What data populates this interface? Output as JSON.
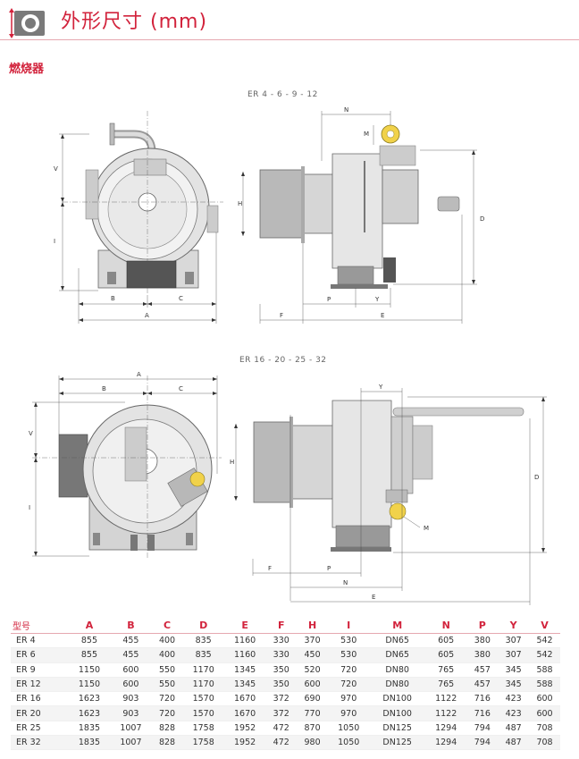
{
  "header": {
    "title": "外形尺寸 (mm)",
    "section": "燃烧器"
  },
  "diagrams": {
    "top_label": "ER 4 - 6 - 9 - 12",
    "bottom_label": "ER 16 - 20 - 25 - 32",
    "dims": {
      "A": "A",
      "B": "B",
      "C": "C",
      "D": "D",
      "E": "E",
      "F": "F",
      "H": "H",
      "I": "I",
      "M": "M",
      "N": "N",
      "P": "P",
      "V": "V",
      "Y": "Y"
    }
  },
  "table": {
    "headers": [
      "型号",
      "A",
      "B",
      "C",
      "D",
      "E",
      "F",
      "H",
      "I",
      "M",
      "N",
      "P",
      "Y",
      "V"
    ],
    "rows": [
      [
        "ER 4",
        "855",
        "455",
        "400",
        "835",
        "1160",
        "330",
        "370",
        "530",
        "DN65",
        "605",
        "380",
        "307",
        "542"
      ],
      [
        "ER 6",
        "855",
        "455",
        "400",
        "835",
        "1160",
        "330",
        "450",
        "530",
        "DN65",
        "605",
        "380",
        "307",
        "542"
      ],
      [
        "ER 9",
        "1150",
        "600",
        "550",
        "1170",
        "1345",
        "350",
        "520",
        "720",
        "DN80",
        "765",
        "457",
        "345",
        "588"
      ],
      [
        "ER 12",
        "1150",
        "600",
        "550",
        "1170",
        "1345",
        "350",
        "600",
        "720",
        "DN80",
        "765",
        "457",
        "345",
        "588"
      ],
      [
        "ER 16",
        "1623",
        "903",
        "720",
        "1570",
        "1670",
        "372",
        "690",
        "970",
        "DN100",
        "1122",
        "716",
        "423",
        "600"
      ],
      [
        "ER 20",
        "1623",
        "903",
        "720",
        "1570",
        "1670",
        "372",
        "770",
        "970",
        "DN100",
        "1122",
        "716",
        "423",
        "600"
      ],
      [
        "ER 25",
        "1835",
        "1007",
        "828",
        "1758",
        "1952",
        "472",
        "870",
        "1050",
        "DN125",
        "1294",
        "794",
        "487",
        "708"
      ],
      [
        "ER 32",
        "1835",
        "1007",
        "828",
        "1758",
        "1952",
        "472",
        "980",
        "1050",
        "DN125",
        "1294",
        "794",
        "487",
        "708"
      ]
    ]
  }
}
